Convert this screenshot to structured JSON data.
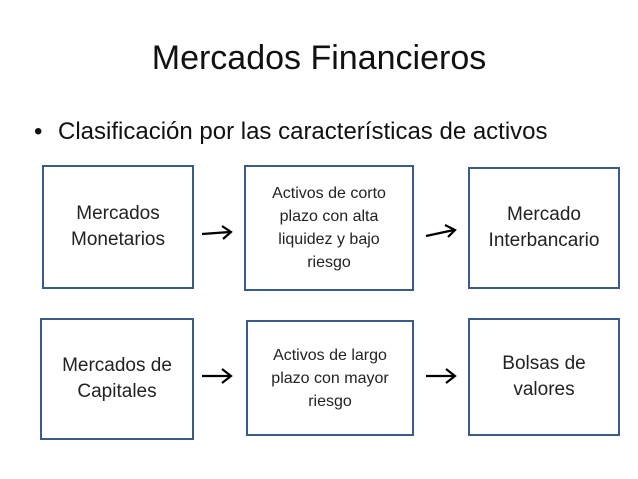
{
  "slide": {
    "title": "Mercados Financieros",
    "bullet_marker": "•",
    "bullet_text": "Clasificación por las características de activos"
  },
  "rows": [
    {
      "market": "Mercados\nMonetarios",
      "description": "Activos de corto\nplazo con alta\nliquidez y bajo\nriesgo",
      "example": "Mercado\nInterbancario"
    },
    {
      "market": "Mercados de\nCapitales",
      "description": "Activos de largo\nplazo con mayor\nriesgo",
      "example": "Bolsas de\nvalores"
    }
  ],
  "colors": {
    "box_border": "#3a5b8a",
    "text": "#222222",
    "arrow": "#000000"
  },
  "icons": {
    "connector": "right-arrow-icon"
  }
}
